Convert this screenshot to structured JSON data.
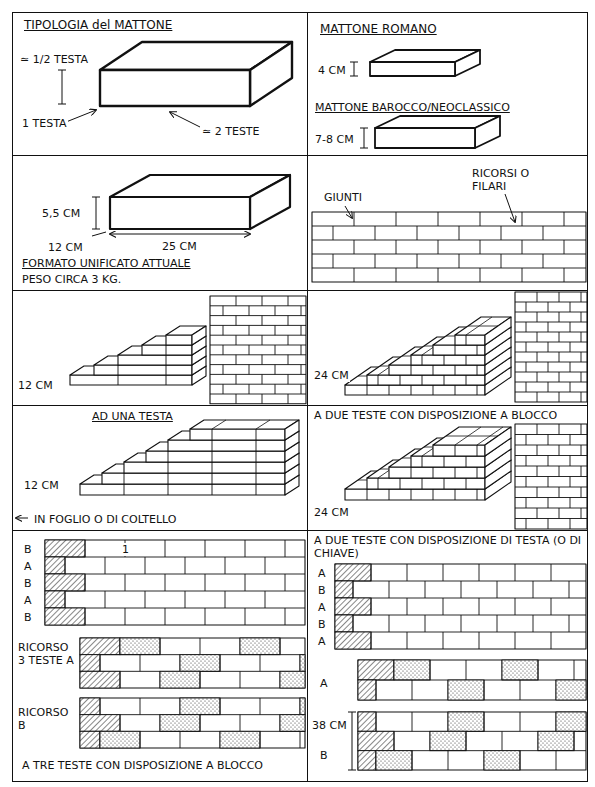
{
  "diagram": {
    "nodes": [
      {
        "text": [
          "TIPOLOGIA del MATTONE",
          "≃ 1/2 TESTA",
          "1 TESTA",
          "≃ 2 TESTE"
        ]
      },
      {
        "text": [
          "MATTONE ROMANO",
          "4 CM",
          "MATTONE BAROCCO/NEOCLASSICO",
          "7-8 CM"
        ]
      },
      {
        "text": [
          "5,5 CM",
          "12 CM",
          "25 CM",
          "FORMATO UNIFICATO ATTUALE",
          "PESO CIRCA 3 KG."
        ]
      },
      {
        "text": [
          "GIUNTI",
          "RICORSI O FILARI"
        ]
      },
      {
        "text": [
          "12 CM"
        ]
      },
      {
        "text": [
          "24 CM"
        ]
      },
      {
        "text": [
          "AD UNA TESTA",
          "12 CM",
          "IN FOGLIO O DI COLTELLO"
        ]
      },
      {
        "text": [
          "A DUE TESTE CON DISPOSIZIONE A BLOCCO",
          "24 CM"
        ]
      },
      {
        "text": [
          "B",
          "1",
          "A",
          "B",
          "A",
          "B",
          "RICORSO 3 TESTE A",
          "RICORSO B",
          "A TRE TESTE CON DISPOSIZIONE A BLOCCO"
        ]
      },
      {
        "text": [
          "A DUE TESTE CON DISPOSIZIONE DI TESTA (O DI CHIAVE)",
          "A",
          "B",
          "A",
          "B",
          "A",
          "A",
          "38 CM",
          "B"
        ]
      }
    ]
  }
}
